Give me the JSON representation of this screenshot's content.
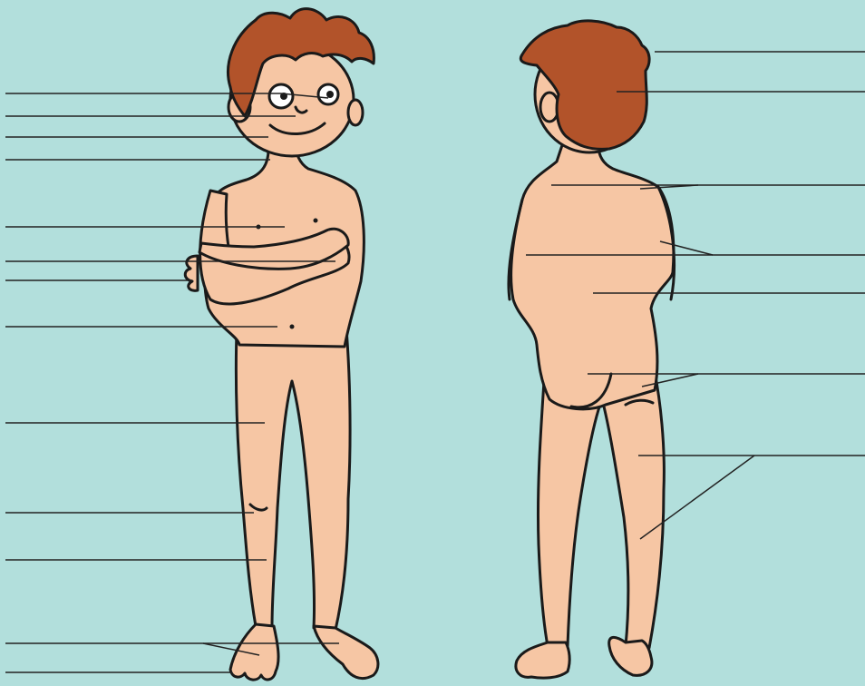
{
  "colors": {
    "background": "#b2dfdc",
    "skin": "#f6c6a4",
    "skin_shadow": "#e9a984",
    "hair": "#b2532a",
    "hair_dark": "#8a3a1c",
    "outline": "#1a1a1a",
    "leader_line": "#222222"
  },
  "figures": {
    "front": {
      "name": "boy-front-view",
      "facing": "viewer"
    },
    "back": {
      "name": "boy-back-view",
      "facing": "away"
    }
  },
  "labels": {
    "left_blank_count": 13,
    "right_blank_count": 7,
    "text": []
  }
}
